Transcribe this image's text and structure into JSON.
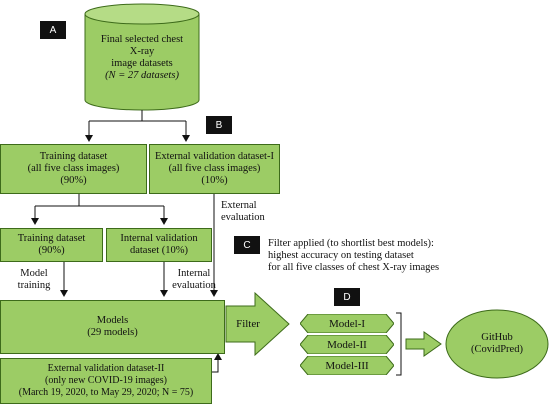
{
  "labels": {
    "a": "A",
    "b": "B",
    "c": "C",
    "d": "D"
  },
  "source": {
    "line1": "Final selected chest",
    "line2": "X-ray",
    "line3": "image datasets",
    "line4": "(N = 27 datasets)"
  },
  "training_main": {
    "line1": "Training dataset",
    "line2": "(all five class images)",
    "line3": "(90%)"
  },
  "external1": {
    "line1": "External validation dataset-I",
    "line2": "(all five class images)",
    "line3": "(10%)"
  },
  "training_sub": {
    "line1": "Training dataset",
    "line2": "(90%)"
  },
  "internal": {
    "line1": "Internal validation",
    "line2": "dataset (10%)"
  },
  "models": {
    "line1": "Models",
    "line2": "(29 models)"
  },
  "external2": {
    "line1": "External validation dataset-II",
    "line2": "(only new COVID-19 images)",
    "line3": "(March 19, 2020, to May 29, 2020; N = 75)"
  },
  "edge_labels": {
    "external_eval_1": "External",
    "external_eval_2": "evaluation",
    "model_training_1": "Model",
    "model_training_2": "training",
    "internal_eval_1": "Internal",
    "internal_eval_2": "evaluation"
  },
  "filter_note": {
    "line1": "Filter applied (to shortlist best models):",
    "line2": "highest accuracy on testing dataset",
    "line3": "for all five classes of chest X-ray images"
  },
  "filter_arrow": "Filter",
  "best_models": [
    "Model-I",
    "Model-II",
    "Model-III"
  ],
  "github": {
    "line1": "GitHub",
    "line2": "(CovidPred)"
  },
  "colors": {
    "box_fill": "#9ccc65",
    "box_border": "#3d6b1a",
    "badge": "#111111"
  }
}
